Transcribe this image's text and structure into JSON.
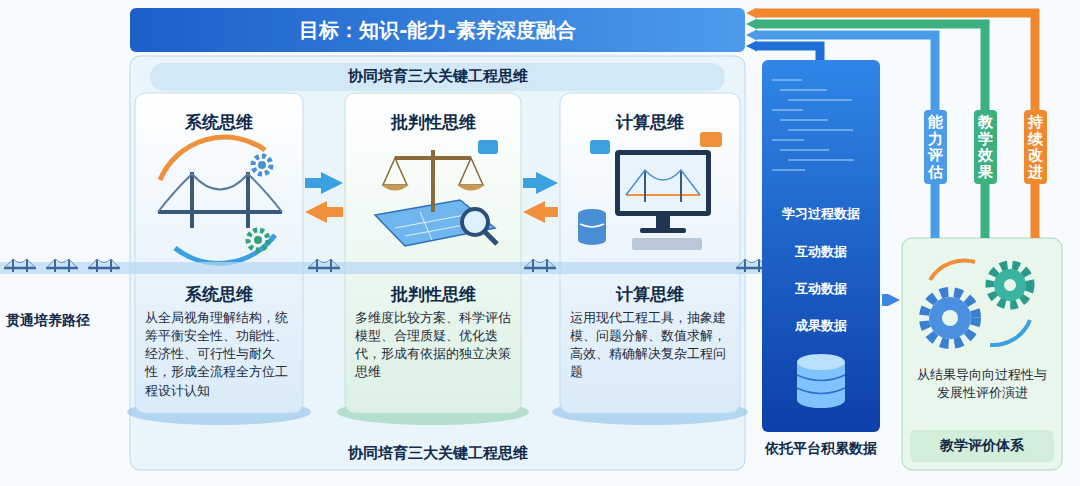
{
  "diagram": {
    "nodes": [
      {
        "text": [
          "目标：知识-能力-素养深度融合"
        ]
      },
      {
        "text": [
          "协同培育三大关键工程思维",
          "协同培育三大关键工程思维"
        ]
      },
      {
        "text": [
          "系统思维",
          "系统思维",
          "从全局视角理解结构，统筹平衡安全性、功能性、经济性、可行性与耐久性，形成全流程全方位工程设计认知"
        ],
        "in": 1
      },
      {
        "text": [
          "批判性思维",
          "批判性思维",
          "多维度比较方案、科学评估模型、合理质疑、优化迭代，形成有依据的独立决策思维"
        ],
        "in": 1
      },
      {
        "text": [
          "计算思维",
          "计算思维",
          "运用现代工程工具，抽象建模、问题分解、数值求解，高效、精确解决复杂工程问题"
        ],
        "in": 1
      },
      {
        "text": [
          "学习过程数据",
          "互动数据",
          "互动数据",
          "成果数据",
          "依托平台积累数据"
        ]
      },
      {
        "text": [
          "从结果导向向过程性与发展性评价演进",
          "教学评价体系"
        ]
      }
    ],
    "edges": [
      {
        "from": 2,
        "to": 3,
        "arrow": "to"
      },
      {
        "from": 3,
        "to": 2,
        "arrow": "to"
      },
      {
        "from": 3,
        "to": 4,
        "arrow": "to"
      },
      {
        "from": 4,
        "to": 3,
        "arrow": "to"
      },
      {
        "from": 5,
        "to": 6,
        "arrow": "to"
      },
      {
        "from": 6,
        "to": 0,
        "label": "能力评估",
        "arrow": "to"
      },
      {
        "from": 6,
        "to": 0,
        "label": "教学效果",
        "arrow": "to"
      },
      {
        "from": 6,
        "to": 0,
        "label": "持续改进",
        "arrow": "to"
      },
      {
        "from": 5,
        "to": 0,
        "arrow": "to"
      }
    ],
    "labels": [
      "贯通培养路径"
    ]
  }
}
